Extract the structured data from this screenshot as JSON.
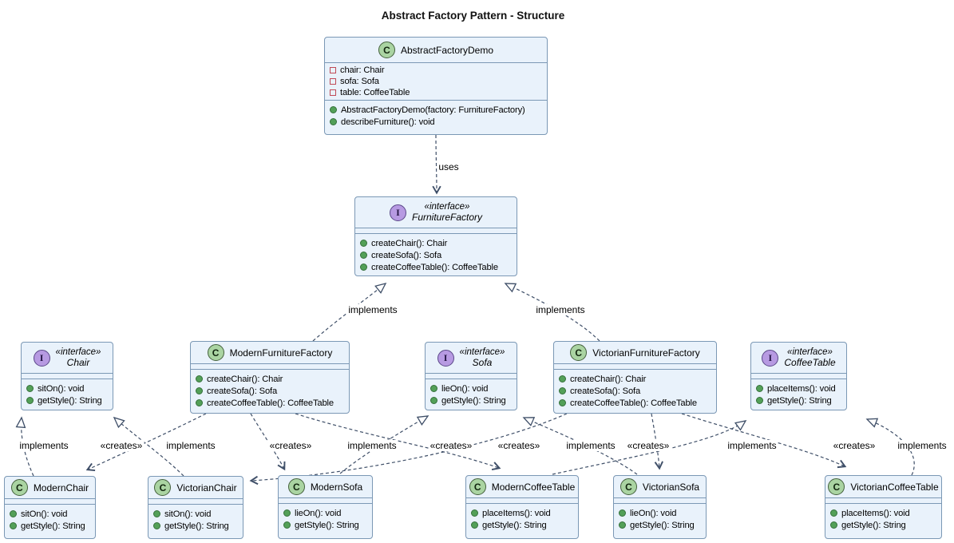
{
  "title": "Abstract Factory Pattern - Structure",
  "colors": {
    "box_fill": "#e9f2fb",
    "box_border": "#7b98b5",
    "edge_line": "#3f4f68",
    "class_badge_fill": "#aad4a2",
    "interface_badge_fill": "#b79ae2",
    "private_field_icon": "#c04a56",
    "public_method_icon": "#53a058"
  },
  "classes": [
    {
      "badge": "C",
      "name": "AbstractFactoryDemo",
      "attributes": [
        "chair: Chair",
        "sofa: Sofa",
        "table: CoffeeTable"
      ],
      "methods": [
        "AbstractFactoryDemo(factory: FurnitureFactory)",
        "describeFurniture(): void"
      ]
    },
    {
      "badge": "I",
      "stereotype": "«interface»",
      "name": "FurnitureFactory",
      "attributes": [],
      "methods": [
        "createChair(): Chair",
        "createSofa(): Sofa",
        "createCoffeeTable(): CoffeeTable"
      ]
    },
    {
      "badge": "I",
      "stereotype": "«interface»",
      "name": "Chair",
      "attributes": [],
      "methods": [
        "sitOn(): void",
        "getStyle(): String"
      ]
    },
    {
      "badge": "C",
      "name": "ModernFurnitureFactory",
      "attributes": [],
      "methods": [
        "createChair(): Chair",
        "createSofa(): Sofa",
        "createCoffeeTable(): CoffeeTable"
      ]
    },
    {
      "badge": "I",
      "stereotype": "«interface»",
      "name": "Sofa",
      "attributes": [],
      "methods": [
        "lieOn(): void",
        "getStyle(): String"
      ]
    },
    {
      "badge": "C",
      "name": "VictorianFurnitureFactory",
      "attributes": [],
      "methods": [
        "createChair(): Chair",
        "createSofa(): Sofa",
        "createCoffeeTable(): CoffeeTable"
      ]
    },
    {
      "badge": "I",
      "stereotype": "«interface»",
      "name": "CoffeeTable",
      "attributes": [],
      "methods": [
        "placeItems(): void",
        "getStyle(): String"
      ]
    },
    {
      "badge": "C",
      "name": "ModernChair",
      "attributes": [],
      "methods": [
        "sitOn(): void",
        "getStyle(): String"
      ]
    },
    {
      "badge": "C",
      "name": "VictorianChair",
      "attributes": [],
      "methods": [
        "sitOn(): void",
        "getStyle(): String"
      ]
    },
    {
      "badge": "C",
      "name": "ModernSofa",
      "attributes": [],
      "methods": [
        "lieOn(): void",
        "getStyle(): String"
      ]
    },
    {
      "badge": "C",
      "name": "ModernCoffeeTable",
      "attributes": [],
      "methods": [
        "placeItems(): void",
        "getStyle(): String"
      ]
    },
    {
      "badge": "C",
      "name": "VictorianSofa",
      "attributes": [],
      "methods": [
        "lieOn(): void",
        "getStyle(): String"
      ]
    },
    {
      "badge": "C",
      "name": "VictorianCoffeeTable",
      "attributes": [],
      "methods": [
        "placeItems(): void",
        "getStyle(): String"
      ]
    }
  ],
  "edges": [
    {
      "from": "AbstractFactoryDemo",
      "to": "FurnitureFactory",
      "type": "dependency",
      "label": "uses"
    },
    {
      "from": "ModernFurnitureFactory",
      "to": "FurnitureFactory",
      "type": "realization",
      "label": "implements"
    },
    {
      "from": "VictorianFurnitureFactory",
      "to": "FurnitureFactory",
      "type": "realization",
      "label": "implements"
    },
    {
      "from": "ModernChair",
      "to": "Chair",
      "type": "realization",
      "label": "implements"
    },
    {
      "from": "ModernFurnitureFactory",
      "to": "ModernChair",
      "type": "dependency",
      "label": "«creates»"
    },
    {
      "from": "VictorianChair",
      "to": "Chair",
      "type": "realization",
      "label": "implements"
    },
    {
      "from": "ModernFurnitureFactory",
      "to": "ModernSofa",
      "type": "dependency",
      "label": "«creates»"
    },
    {
      "from": "ModernSofa",
      "to": "Sofa",
      "type": "realization",
      "label": "implements"
    },
    {
      "from": "ModernFurnitureFactory",
      "to": "ModernCoffeeTable",
      "type": "dependency",
      "label": "«creates»"
    },
    {
      "from": "VictorianFurnitureFactory",
      "to": "VictorianChair",
      "type": "dependency",
      "label": "«creates»"
    },
    {
      "from": "VictorianSofa",
      "to": "Sofa",
      "type": "realization",
      "label": "implements"
    },
    {
      "from": "VictorianFurnitureFactory",
      "to": "VictorianSofa",
      "type": "dependency",
      "label": "«creates»"
    },
    {
      "from": "ModernCoffeeTable",
      "to": "CoffeeTable",
      "type": "realization",
      "label": "implements"
    },
    {
      "from": "VictorianFurnitureFactory",
      "to": "VictorianCoffeeTable",
      "type": "dependency",
      "label": "«creates»"
    },
    {
      "from": "VictorianCoffeeTable",
      "to": "CoffeeTable",
      "type": "realization",
      "label": "implements"
    }
  ]
}
